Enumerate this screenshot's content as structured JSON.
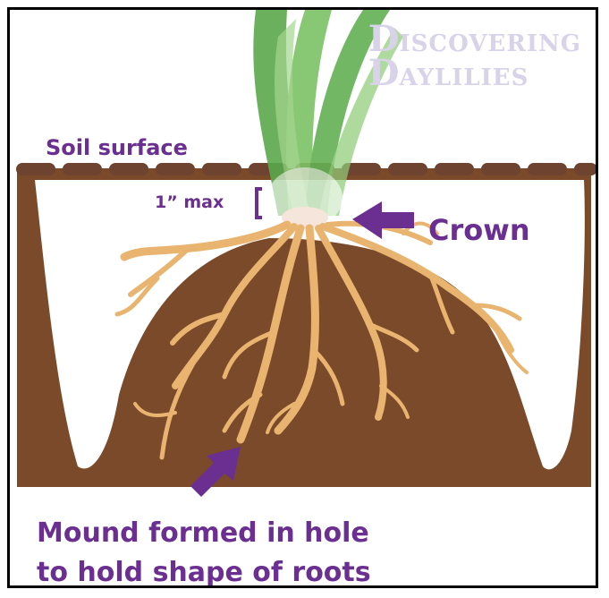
{
  "logo": {
    "line1_initial": "D",
    "line1_rest": "ISCOVERING",
    "line2_initial": "D",
    "line2_rest": "AYLILIES"
  },
  "labels": {
    "soil_surface": "Soil surface",
    "depth_max": "1” max",
    "crown": "Crown",
    "caption_line1": "Mound formed in hole",
    "caption_line2": "to hold shape of roots"
  },
  "colors": {
    "soil": "#7b4a2a",
    "soil_dash": "#6e4330",
    "root": "#e9b46f",
    "leaf": "#6bb55a",
    "label_purple": "#6a2f91",
    "logo": "#d8d3e8"
  }
}
